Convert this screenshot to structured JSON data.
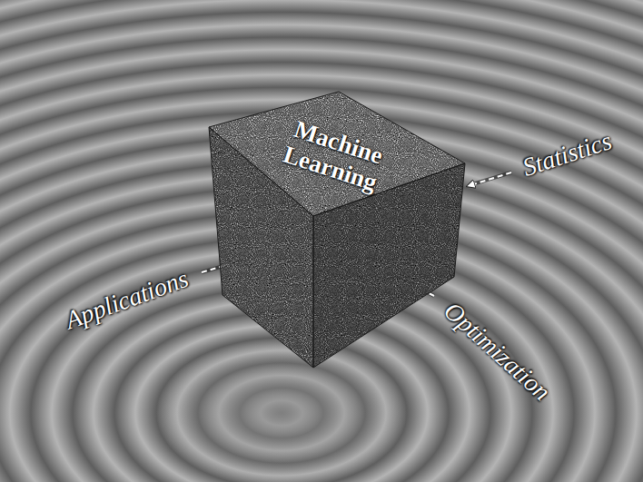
{
  "diagram": {
    "nodes": [
      {
        "text": [
          "Machine Learning"
        ]
      }
    ],
    "labels": [
      "Statistics",
      "Applications",
      "Optimization"
    ]
  }
}
